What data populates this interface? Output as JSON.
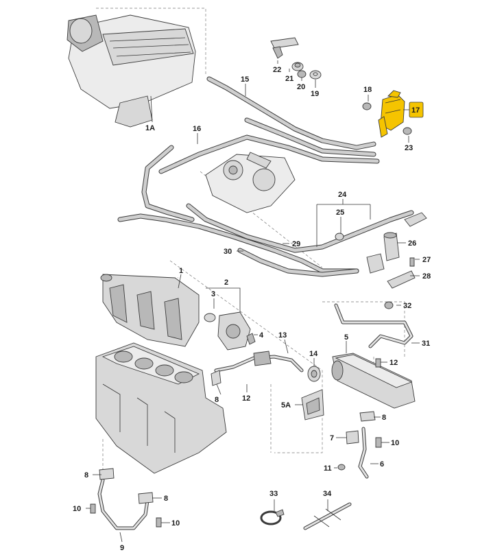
{
  "diagram": {
    "highlight_color": "#f5c400",
    "highlighted_label": "17",
    "labels": {
      "l1a": "1A",
      "l15": "15",
      "l16": "16",
      "l17": "17",
      "l18": "18",
      "l19": "19",
      "l20": "20",
      "l21": "21",
      "l22": "22",
      "l23": "23",
      "l24": "24",
      "l25": "25",
      "l26": "26",
      "l27": "27",
      "l28": "28",
      "l29": "29",
      "l30": "30",
      "l1": "1",
      "l2": "2",
      "l3": "3",
      "l4": "4",
      "l13": "13",
      "l14": "14",
      "l32": "32",
      "l31": "31",
      "l5": "5",
      "l12a": "12",
      "l12b": "12",
      "l8a": "8",
      "l8b": "8",
      "l8c": "8",
      "l8d": "8",
      "l5a": "5A",
      "l7": "7",
      "l10a": "10",
      "l10b": "10",
      "l10c": "10",
      "l11": "11",
      "l6": "6",
      "l9": "9",
      "l33": "33",
      "l34": "34"
    }
  }
}
